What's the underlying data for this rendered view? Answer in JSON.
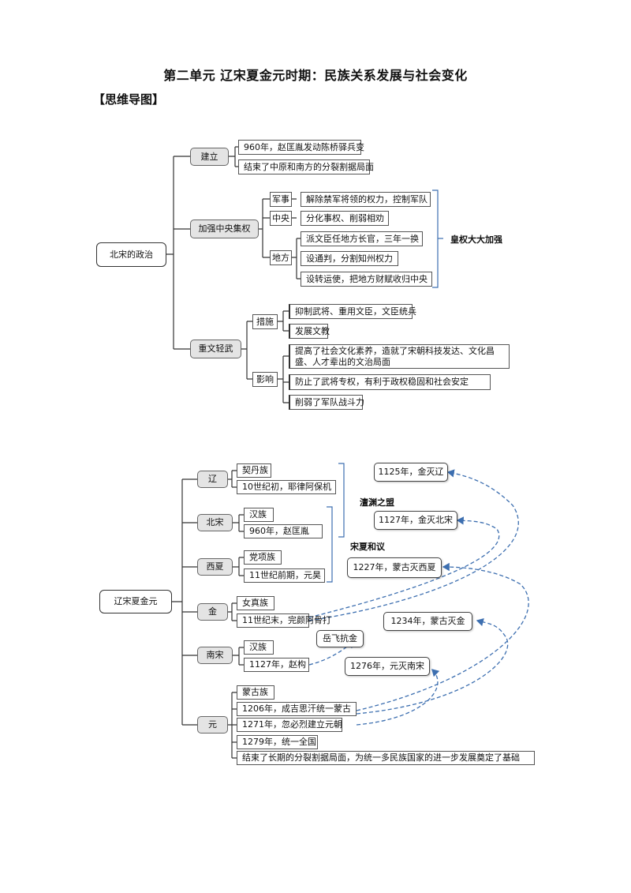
{
  "header": {
    "title": "第二单元 辽宋夏金元时期：民族关系发展与社会变化",
    "subtitle": "【思维导图】"
  },
  "map1": {
    "root": "北宋的政治",
    "jianli": {
      "label": "建立",
      "items": [
        "960年，赵匡胤发动陈桥驿兵变",
        "结束了中原和南方的分裂割据局面"
      ]
    },
    "jiaqiang": {
      "label": "加强中央集权",
      "junshi": {
        "label": "军事",
        "item": "解除禁军将领的权力，控制军队"
      },
      "zhongyang": {
        "label": "中央",
        "item": "分化事权、削弱相劝"
      },
      "difang": {
        "label": "地方",
        "items": [
          "派文臣任地方长官，三年一换",
          "设通判，分割知州权力",
          "设转运使，把地方财赋收归中央"
        ]
      },
      "bracket_label": "皇权大大加强"
    },
    "zhongwen": {
      "label": "重文轻武",
      "cuoshi": {
        "label": "措施",
        "items": [
          "抑制武将、重用文臣，文臣统兵",
          "发展文教"
        ]
      },
      "yingxiang": {
        "label": "影响",
        "items": [
          "提高了社会文化素养，造就了宋朝科技发达、文化昌盛、人才辈出的文治局面",
          "防止了武将专权，有利于政权稳固和社会安定",
          "削弱了军队战斗力"
        ]
      }
    }
  },
  "map2": {
    "root": "辽宋夏金元",
    "liao": {
      "label": "辽",
      "items": [
        "契丹族",
        "10世纪初，耶律阿保机"
      ]
    },
    "beisong": {
      "label": "北宋",
      "items": [
        "汉族",
        "960年，赵匡胤"
      ]
    },
    "xixia": {
      "label": "西夏",
      "items": [
        "党项族",
        "11世纪前期，元昊"
      ]
    },
    "jin": {
      "label": "金",
      "items": [
        "女真族",
        "11世纪末，完颜阿骨打"
      ]
    },
    "nansong": {
      "label": "南宋",
      "items": [
        "汉族",
        "1127年，赵构"
      ]
    },
    "yuan": {
      "label": "元",
      "items": [
        "蒙古族",
        "1206年，成吉思汗统一蒙古",
        "1271年，忽必烈建立元朝",
        "1279年，统一全国",
        "结束了长期的分裂割据局面，为统一多民族国家的进一步发展奠定了基础"
      ]
    },
    "chanyuan": "澶渊之盟",
    "songxia": "宋夏和议",
    "events": {
      "e1125": "1125年，金灭辽",
      "e1127": "1127年，金灭北宋",
      "e1227": "1227年，蒙古灭西夏",
      "e1234": "1234年，蒙古灭金",
      "yuefei": "岳飞抗金",
      "e1276": "1276年，元灭南宋"
    }
  },
  "colors": {
    "dashed_arrow": "#3d6fb0",
    "node_fill": "#e4e4e4",
    "line": "#333333"
  }
}
